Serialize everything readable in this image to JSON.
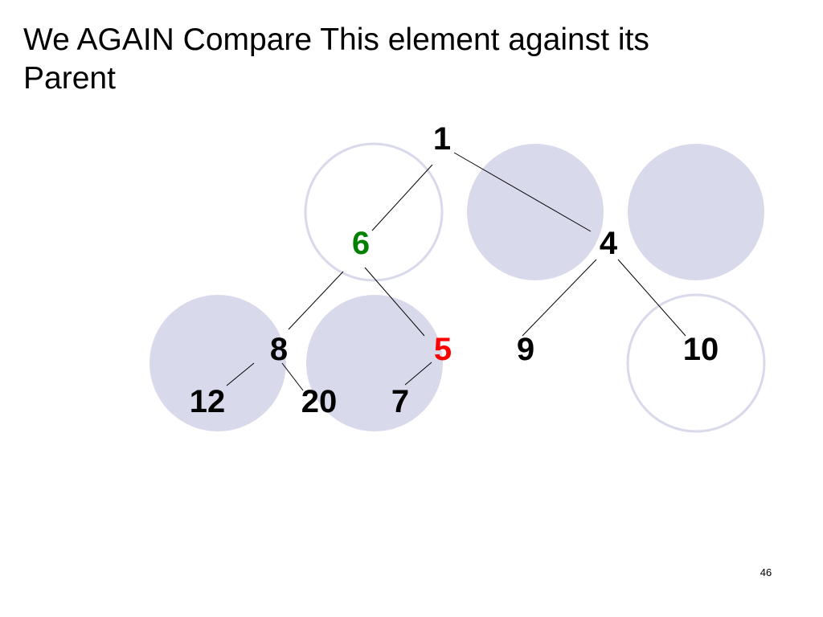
{
  "slide": {
    "title_line1": "We AGAIN Compare This element against its",
    "title_line2": "Parent",
    "slide_number": "46"
  },
  "colors": {
    "circle_fill": "#d9d9ec",
    "circle_outline": "#d9d9ec",
    "edge": "#000000",
    "default_label": "#000000",
    "compared_label": "#008000",
    "moving_label": "#ff0000"
  },
  "tree": {
    "nodes": [
      {
        "id": "n1",
        "label": "1",
        "color": "#000000"
      },
      {
        "id": "n6",
        "label": "6",
        "color": "#008000"
      },
      {
        "id": "n4",
        "label": "4",
        "color": "#000000"
      },
      {
        "id": "n8",
        "label": "8",
        "color": "#000000"
      },
      {
        "id": "n5",
        "label": "5",
        "color": "#ff0000"
      },
      {
        "id": "n9",
        "label": "9",
        "color": "#000000"
      },
      {
        "id": "n10",
        "label": "10",
        "color": "#000000"
      },
      {
        "id": "n12",
        "label": "12",
        "color": "#000000"
      },
      {
        "id": "n20",
        "label": "20",
        "color": "#000000"
      },
      {
        "id": "n7",
        "label": "7",
        "color": "#000000"
      }
    ],
    "edges": [
      {
        "from": "n1",
        "to": "n6"
      },
      {
        "from": "n1",
        "to": "n4"
      },
      {
        "from": "n6",
        "to": "n8"
      },
      {
        "from": "n6",
        "to": "n5"
      },
      {
        "from": "n4",
        "to": "n9"
      },
      {
        "from": "n4",
        "to": "n10"
      },
      {
        "from": "n8",
        "to": "n12"
      },
      {
        "from": "n8",
        "to": "n20"
      },
      {
        "from": "n5",
        "to": "n7"
      }
    ]
  },
  "decorations": [
    {
      "id": "circle-a",
      "style": "outline"
    },
    {
      "id": "circle-b",
      "style": "filled"
    },
    {
      "id": "circle-c",
      "style": "filled"
    },
    {
      "id": "circle-d",
      "style": "filled"
    },
    {
      "id": "circle-e",
      "style": "filled"
    },
    {
      "id": "circle-f",
      "style": "outline"
    }
  ]
}
